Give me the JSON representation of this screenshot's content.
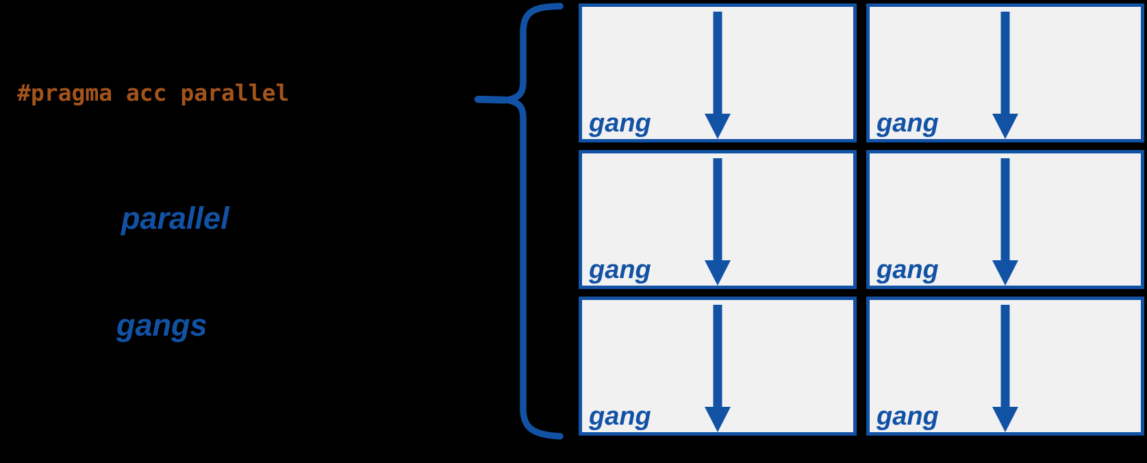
{
  "colors": {
    "background": "#000000",
    "blue": "#1252A5",
    "orange": "#A3541B",
    "box_fill": "#F1F1F2"
  },
  "left_panel": {
    "pragma_text": "#pragma acc parallel",
    "parallel_label": "parallel",
    "gangs_label": "gangs"
  },
  "diagram": {
    "rows": 3,
    "columns": 2,
    "cells": [
      {
        "label": "gang"
      },
      {
        "label": "gang"
      },
      {
        "label": "gang"
      },
      {
        "label": "gang"
      },
      {
        "label": "gang"
      },
      {
        "label": "gang"
      }
    ]
  }
}
